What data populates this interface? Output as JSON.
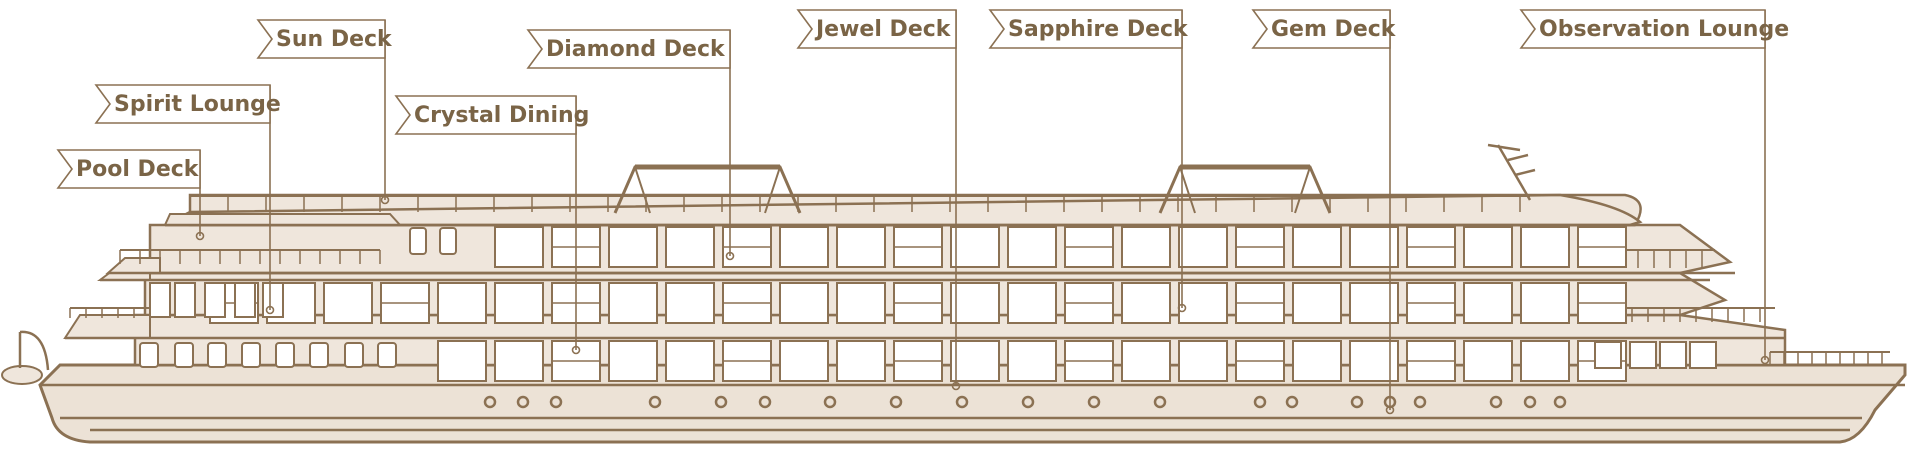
{
  "colors": {
    "line": "#8b7153",
    "hull": "#ece2d6",
    "superstructure": "#efe6dc",
    "window": "#ffffff",
    "text": "#7a6446"
  },
  "labels": [
    {
      "id": "sun-deck",
      "text": "Sun Deck"
    },
    {
      "id": "spirit-lounge",
      "text": "Spirit Lounge"
    },
    {
      "id": "pool-deck",
      "text": "Pool Deck"
    },
    {
      "id": "crystal-dining",
      "text": "Crystal Dining"
    },
    {
      "id": "diamond-deck",
      "text": "Diamond Deck"
    },
    {
      "id": "jewel-deck",
      "text": "Jewel Deck"
    },
    {
      "id": "sapphire-deck",
      "text": "Sapphire Deck"
    },
    {
      "id": "gem-deck",
      "text": "Gem Deck"
    },
    {
      "id": "observation-lounge",
      "text": "Observation Lounge"
    }
  ]
}
